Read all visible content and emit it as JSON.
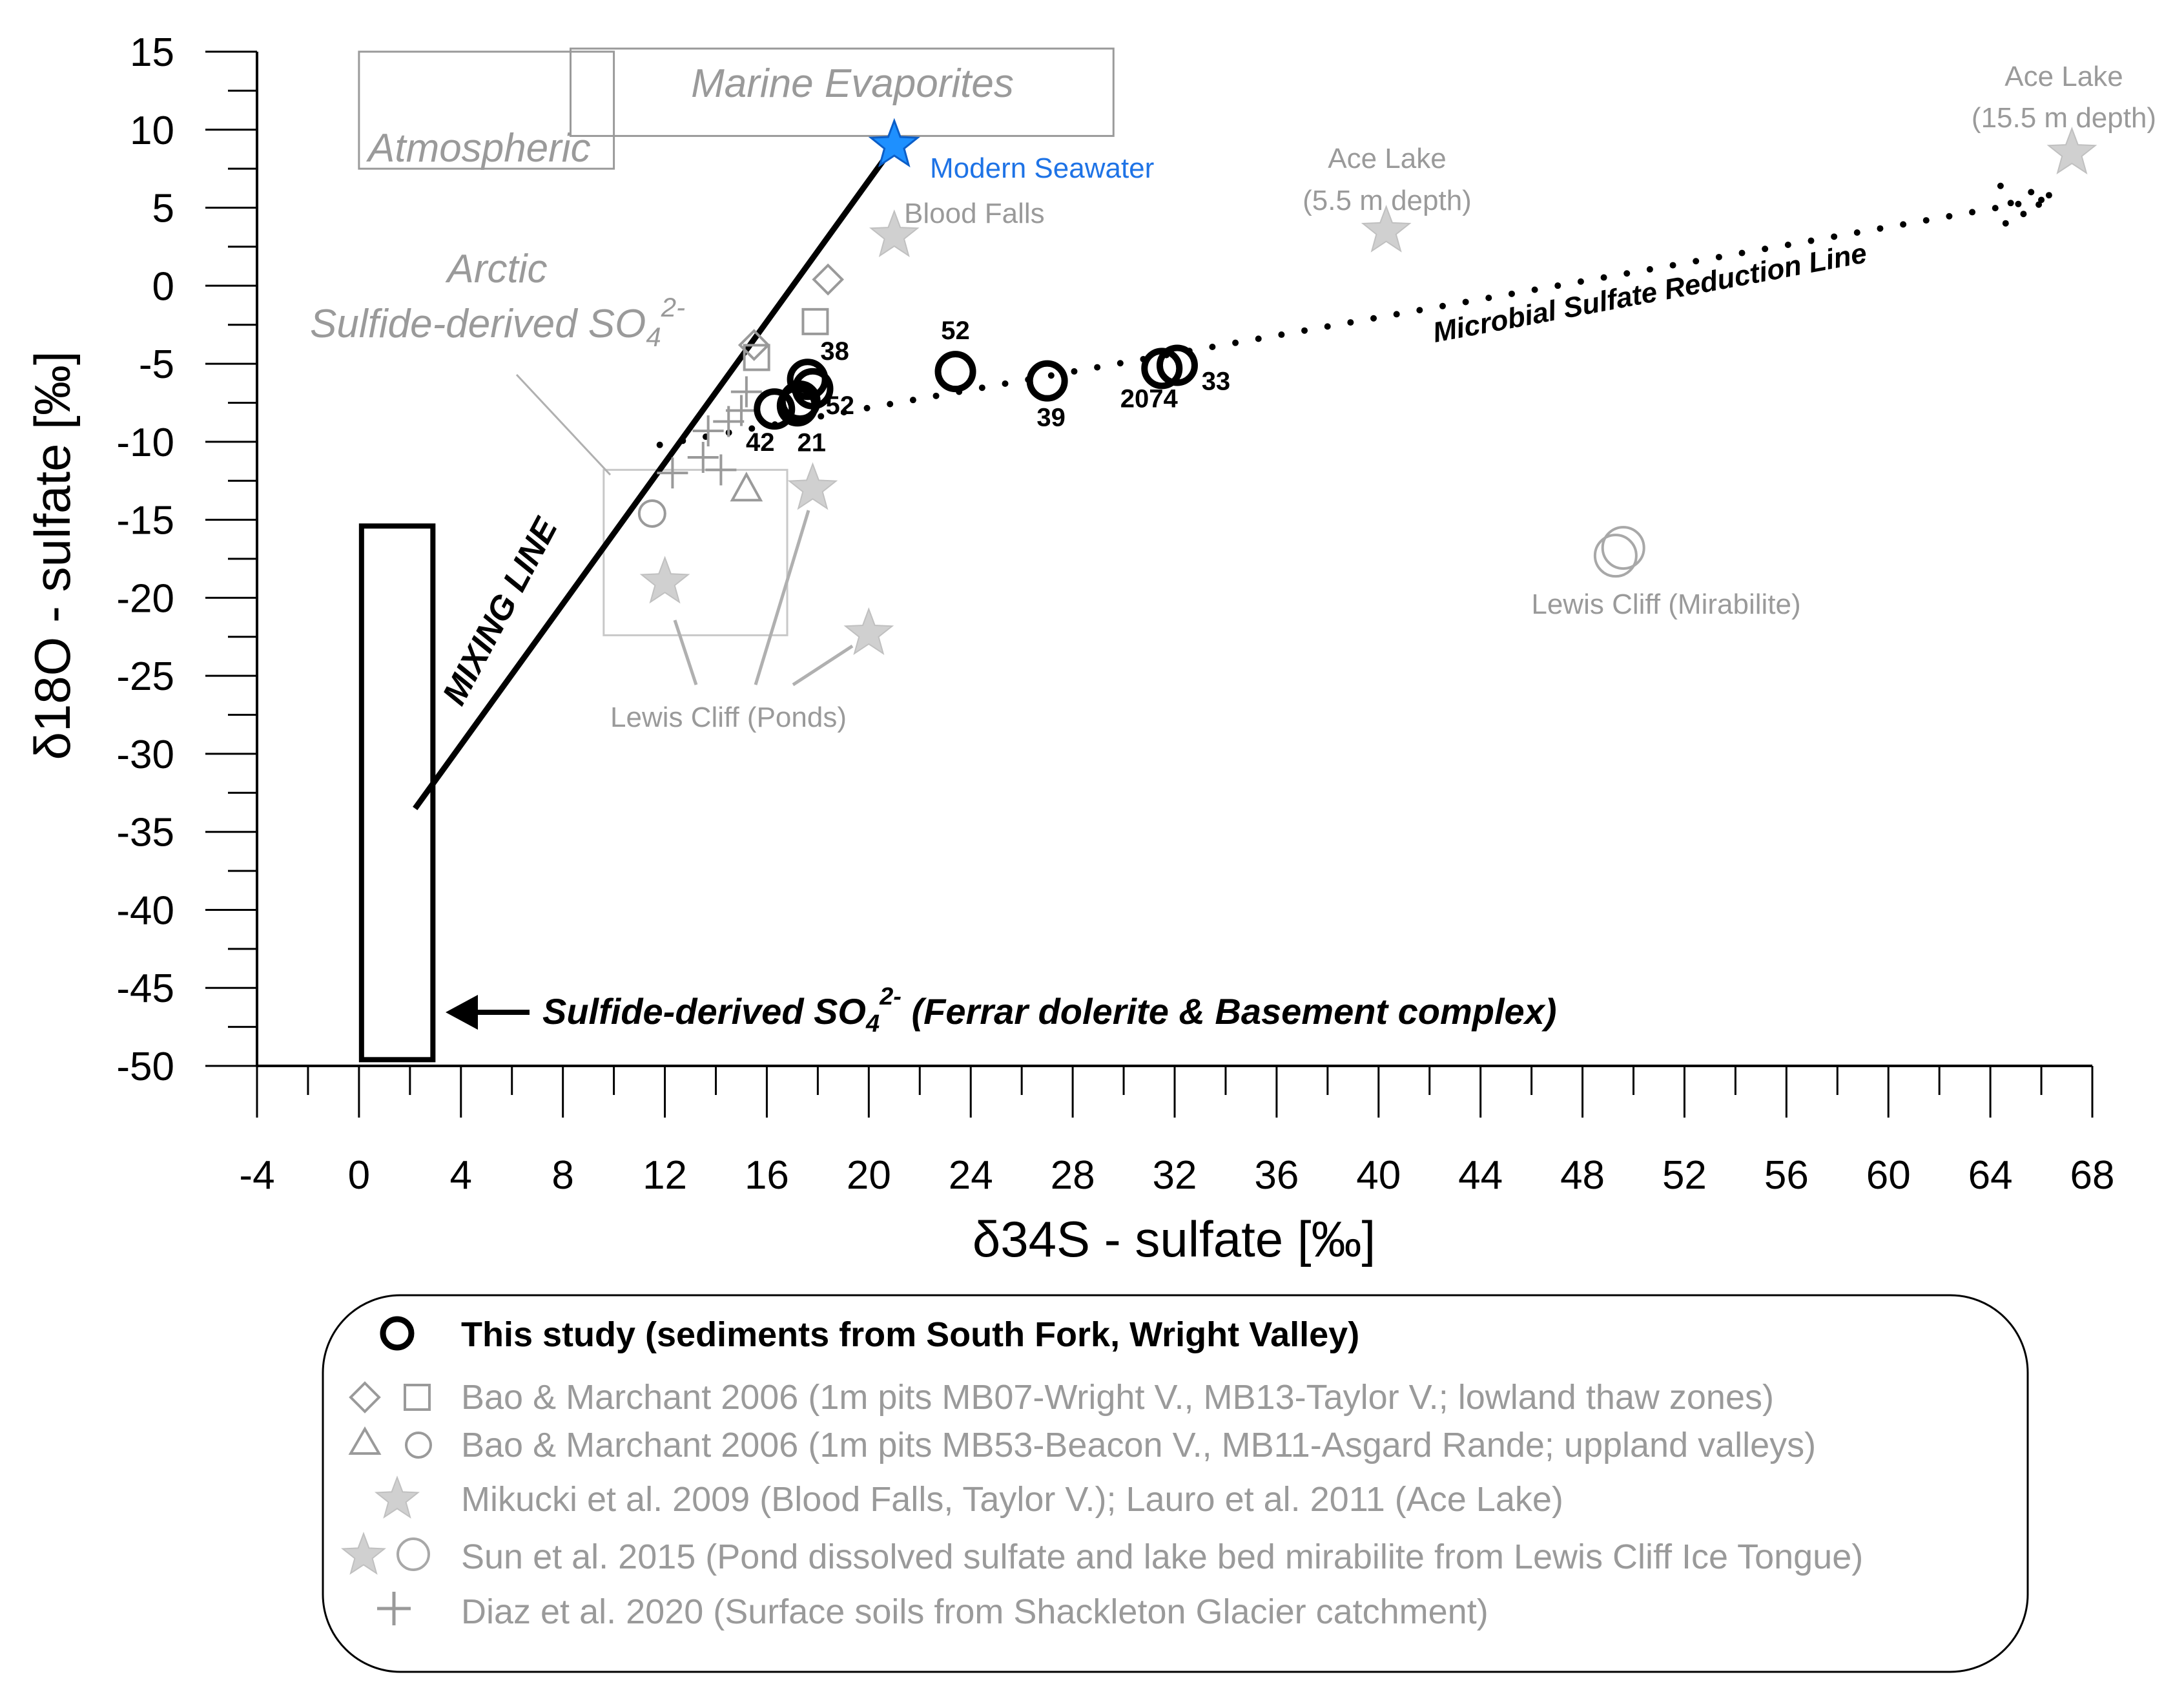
{
  "chart_data": {
    "type": "scatter",
    "xlabel": "δ34S - sulfate [‰]",
    "ylabel": "δ18O - sulfate [‰]",
    "xlim": [
      -4,
      68
    ],
    "ylim": [
      -50,
      15
    ],
    "xticks": [
      -4,
      0,
      4,
      8,
      12,
      16,
      20,
      24,
      28,
      32,
      36,
      40,
      44,
      48,
      52,
      56,
      60,
      64,
      68
    ],
    "yticks": [
      15,
      10,
      5,
      0,
      -5,
      -10,
      -15,
      -20,
      -25,
      -30,
      -35,
      -40,
      -45,
      -50
    ],
    "grid": false,
    "series": [
      {
        "name": "This study (sediments from South Fork, Wright Valley)",
        "marker": "circle-bold",
        "color": "#000000",
        "points": [
          {
            "x": 16.3,
            "y": -7.9,
            "label": "42"
          },
          {
            "x": 17.2,
            "y": -7.7,
            "label": "21"
          },
          {
            "x": 17.3,
            "y": -7.4,
            "label": "52"
          },
          {
            "x": 17.6,
            "y": -6.0,
            "label": "38"
          },
          {
            "x": 17.8,
            "y": -6.6,
            "label": ""
          },
          {
            "x": 23.4,
            "y": -5.5,
            "label": "52"
          },
          {
            "x": 27.0,
            "y": -6.1,
            "label": "39"
          },
          {
            "x": 31.5,
            "y": -5.3,
            "label": "2074"
          },
          {
            "x": 32.1,
            "y": -5.1,
            "label": "33"
          }
        ]
      },
      {
        "name": "Bao & Marchant 2006 (1m pits MB07-Wright V., MB13-Taylor V.; lowland thaw zones)",
        "marker": "diamond/square",
        "color": "#9a9a9a",
        "points": [
          {
            "x": 18.4,
            "y": 0.4,
            "shape": "diamond"
          },
          {
            "x": 15.5,
            "y": -3.8,
            "shape": "diamond"
          },
          {
            "x": 15.6,
            "y": -4.6,
            "shape": "square"
          },
          {
            "x": 17.9,
            "y": -2.3,
            "shape": "square"
          }
        ]
      },
      {
        "name": "Bao & Marchant 2006 (1m pits MB53-Beacon V., MB11-Asgard Rande; uppland valleys)",
        "marker": "triangle/circle",
        "color": "#9a9a9a",
        "points": [
          {
            "x": 15.2,
            "y": -13.0,
            "shape": "triangle"
          },
          {
            "x": 11.5,
            "y": -14.6,
            "shape": "circle"
          }
        ]
      },
      {
        "name": "Mikucki et al. 2009 (Blood Falls, Taylor V.); Lauro et al. 2011 (Ace Lake)",
        "marker": "star",
        "color": "#c8c8c8",
        "points": [
          {
            "x": 21.0,
            "y": 3.2
          },
          {
            "x": 40.3,
            "y": 3.5
          },
          {
            "x": 67.2,
            "y": 8.5
          }
        ]
      },
      {
        "name": "Sun et al. 2015 (Pond dissolved sulfate and lake bed mirabilite from Lewis Cliff Ice Tongue)",
        "marker": "star/circle",
        "color": "#c8c8c8",
        "points": [
          {
            "x": 12.0,
            "y": -19.0,
            "shape": "star"
          },
          {
            "x": 17.8,
            "y": -13.0,
            "shape": "star"
          },
          {
            "x": 20.0,
            "y": -22.3,
            "shape": "star"
          },
          {
            "x": 49.3,
            "y": -17.3,
            "shape": "circle"
          },
          {
            "x": 49.6,
            "y": -16.8,
            "shape": "circle"
          }
        ]
      },
      {
        "name": "Diaz et al. 2020 (Surface soils from Shackleton Glacier catchment)",
        "marker": "plus",
        "color": "#9a9a9a",
        "points": [
          {
            "x": 12.3,
            "y": -12.0
          },
          {
            "x": 13.5,
            "y": -11.0
          },
          {
            "x": 14.2,
            "y": -11.8
          },
          {
            "x": 13.7,
            "y": -9.3
          },
          {
            "x": 14.5,
            "y": -8.7
          },
          {
            "x": 15.0,
            "y": -8.0
          },
          {
            "x": 15.2,
            "y": -6.8
          }
        ]
      }
    ],
    "modern_seawater": {
      "x": 21.0,
      "y": 9.0,
      "label": "Modern Seawater",
      "color": "#1e73e6"
    },
    "lines": [
      {
        "label": "MIXING LINE",
        "from": {
          "x": 2.2,
          "y": -33.5
        },
        "to": {
          "x": 21.0,
          "y": 9.0
        }
      },
      {
        "label": "Microbial Sulfate Reduction Line",
        "style": "dotted",
        "from": {
          "x": 11.8,
          "y": -10.2
        },
        "to": {
          "x": 66.0,
          "y": 5.5
        }
      }
    ],
    "boxes": [
      {
        "label": "Atmospheric",
        "x": [
          0,
          10.0
        ],
        "y": [
          7.5,
          15.0
        ]
      },
      {
        "label": "Marine Evaporites",
        "x": [
          8.3,
          29.6
        ],
        "y": [
          9.6,
          15.2
        ]
      },
      {
        "label": "Arctic Sulfide-derived SO4 2-",
        "x": [
          9.6,
          16.8
        ],
        "y": [
          -22.4,
          -11.8
        ]
      },
      {
        "label": "Sulfide-derived SO4 2- (Ferrar dolerite & Basement complex)",
        "x": [
          0.1,
          2.9
        ],
        "y": [
          -49.6,
          -15.4
        ]
      }
    ],
    "annotations": {
      "atmospheric": "Atmospheric",
      "marine_evaporites": "Marine Evaporites",
      "modern_seawater": "Modern Seawater",
      "blood_falls": "Blood Falls",
      "ace_lake_a": "Ace Lake",
      "ace_lake_a_depth": "(5.5 m depth)",
      "ace_lake_b": "Ace Lake",
      "ace_lake_b_depth": "(15.5 m depth)",
      "arctic_1": "Arctic",
      "arctic_2": "Sulfide-derived SO",
      "arctic_sub": "4",
      "arctic_sup": "2-",
      "mixing_line": "MIXING LINE",
      "msr_line": "Microbial Sulfate Reduction Line",
      "lewis_cliff_ponds": "Lewis Cliff (Ponds)",
      "lewis_cliff_mirabilite": "Lewis Cliff (Mirabilite)",
      "sulfide_a": "Sulfide-derived SO",
      "sulfide_sub": "4",
      "sulfide_sup": "2-",
      "sulfide_b": " (Ferrar dolerite & Basement complex)"
    },
    "legend_placement": "bottom",
    "legend": [
      "This study (sediments from South Fork, Wright Valley)",
      "Bao & Marchant 2006 (1m pits MB07-Wright V., MB13-Taylor V.; lowland thaw zones)",
      "Bao & Marchant 2006 (1m pits MB53-Beacon V., MB11-Asgard Rande; uppland valleys)",
      "Mikucki et al. 2009 (Blood Falls, Taylor V.); Lauro et al. 2011 (Ace Lake)",
      "Sun et al. 2015 (Pond dissolved sulfate and lake bed mirabilite from Lewis Cliff Ice Tongue)",
      "Diaz et al. 2020 (Surface soils from Shackleton Glacier catchment)"
    ],
    "colors": {
      "black": "#000000",
      "gray": "#9a9a9a",
      "light_gray": "#c8c8c8",
      "blue": "#1e73e6"
    }
  }
}
